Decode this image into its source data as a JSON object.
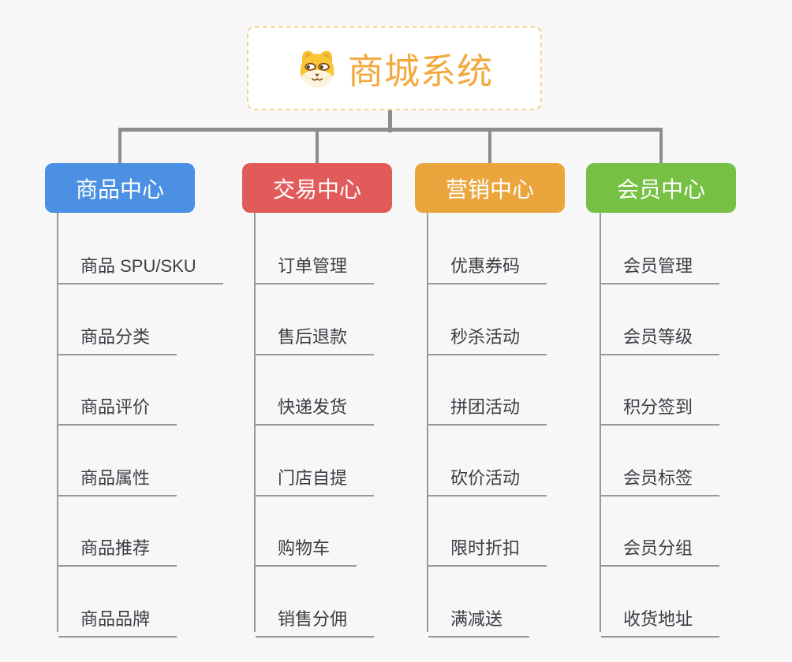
{
  "root": {
    "title": "商城系统",
    "icon": "dog-face-icon",
    "title_color": "#F2A93C",
    "border_color": "#F3D49B",
    "background": "#FFFFFF"
  },
  "canvas": {
    "background": "#F7F7F7",
    "connector_color": "#8D8D8D",
    "leaf_line_color": "#999999",
    "leaf_text_color": "#3A3D43"
  },
  "branches": [
    {
      "label": "商品中心",
      "color": "#4B90E2",
      "items": [
        "商品 SPU/SKU",
        "商品分类",
        "商品评价",
        "商品属性",
        "商品推荐",
        "商品品牌"
      ]
    },
    {
      "label": "交易中心",
      "color": "#E25B5B",
      "items": [
        "订单管理",
        "售后退款",
        "快递发货",
        "门店自提",
        "购物车",
        "销售分佣"
      ]
    },
    {
      "label": "营销中心",
      "color": "#EAA63C",
      "items": [
        "优惠券码",
        "秒杀活动",
        "拼团活动",
        "砍价活动",
        "限时折扣",
        "满减送"
      ]
    },
    {
      "label": "会员中心",
      "color": "#76C044",
      "items": [
        "会员管理",
        "会员等级",
        "积分签到",
        "会员标签",
        "会员分组",
        "收货地址"
      ]
    }
  ]
}
